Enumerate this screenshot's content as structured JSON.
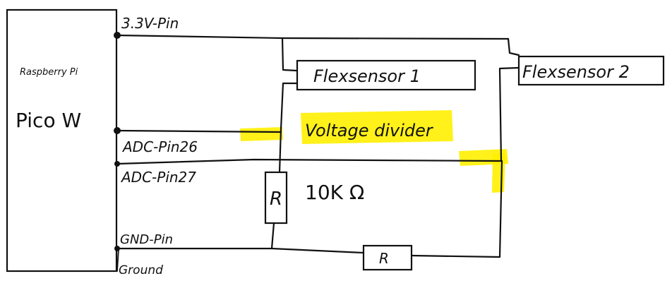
{
  "pico": {
    "label_line1": "Raspberry Pi",
    "label_line2": "Pico W"
  },
  "pins": {
    "v33": "3.3V-Pin",
    "adc26": "ADC-Pin26",
    "adc27": "ADC-Pin27",
    "gnd": "GND-Pin",
    "ground": "Ground"
  },
  "sensors": {
    "sensor1": "Flexsensor 1",
    "sensor2": "Flexsensor 2"
  },
  "divider": {
    "title": "Voltage divider",
    "resistor_value": "10K Ω",
    "resistor_symbol": "R"
  },
  "colors": {
    "highlight": "#ffef00",
    "ink": "#111111"
  }
}
